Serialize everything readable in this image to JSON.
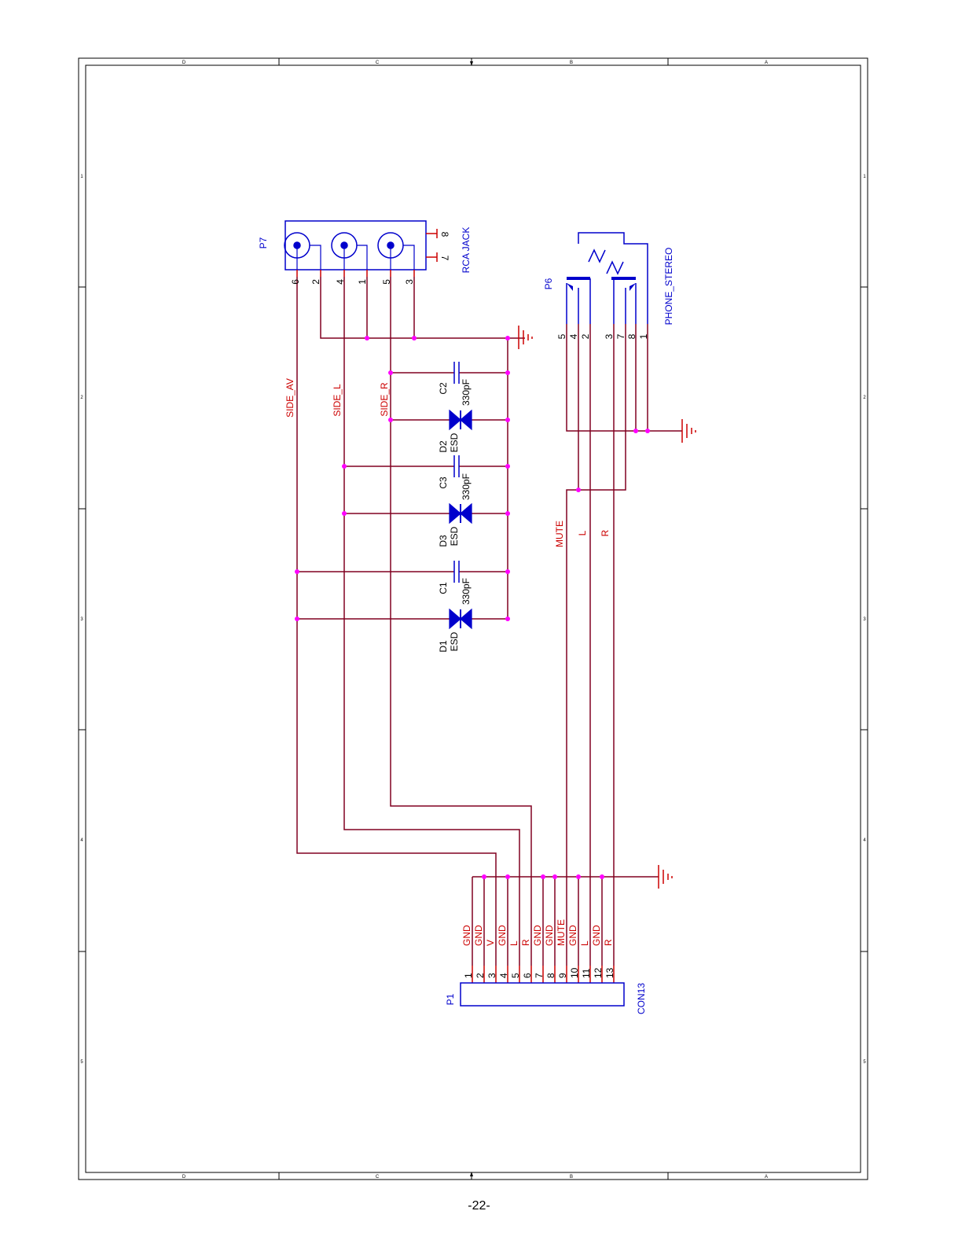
{
  "page_number": "-22-",
  "frame": {
    "zone_letters_top": [
      "D",
      "C",
      "B",
      "A"
    ],
    "zone_letters_bottom": [
      "D",
      "C",
      "B",
      "A"
    ],
    "zone_numbers_left": [
      "1",
      "2",
      "3",
      "4",
      "5"
    ],
    "zone_numbers_right": [
      "1",
      "2",
      "3",
      "4",
      "5"
    ]
  },
  "colors": {
    "component": "#0000cc",
    "wire": "#800020",
    "net_label": "#cc0000",
    "junction": "#ff00ff",
    "frame": "#000000"
  },
  "p7": {
    "designator": "P7",
    "value": "RCA JACK",
    "pins": [
      "6",
      "2",
      "4",
      "1",
      "5",
      "3"
    ],
    "side_pins": [
      "8",
      "7"
    ]
  },
  "p6": {
    "designator": "P6",
    "value": "PHONE_STEREO",
    "pins": [
      "5",
      "4",
      "2",
      "3",
      "7",
      "8",
      "1"
    ]
  },
  "p1": {
    "designator": "P1",
    "value": "CON13",
    "pins": [
      "1",
      "2",
      "3",
      "4",
      "5",
      "6",
      "7",
      "8",
      "9",
      "10",
      "11",
      "12",
      "13"
    ],
    "pin_names": [
      "GND",
      "GND",
      "V",
      "GND",
      "L",
      "R",
      "GND",
      "GND",
      "MUTE",
      "GND",
      "L",
      "GND",
      "R"
    ]
  },
  "caps": [
    {
      "designator": "C2",
      "value": "330pF"
    },
    {
      "designator": "C3",
      "value": "330pF"
    },
    {
      "designator": "C1",
      "value": "330pF"
    }
  ],
  "diodes": [
    {
      "designator": "D2",
      "value": "ESD"
    },
    {
      "designator": "D3",
      "value": "ESD"
    },
    {
      "designator": "D1",
      "value": "ESD"
    }
  ],
  "nets": {
    "side_av": "SIDE_AV",
    "side_l": "SIDE_L",
    "side_r": "SIDE_R",
    "mute": "MUTE",
    "l": "L",
    "r": "R"
  }
}
